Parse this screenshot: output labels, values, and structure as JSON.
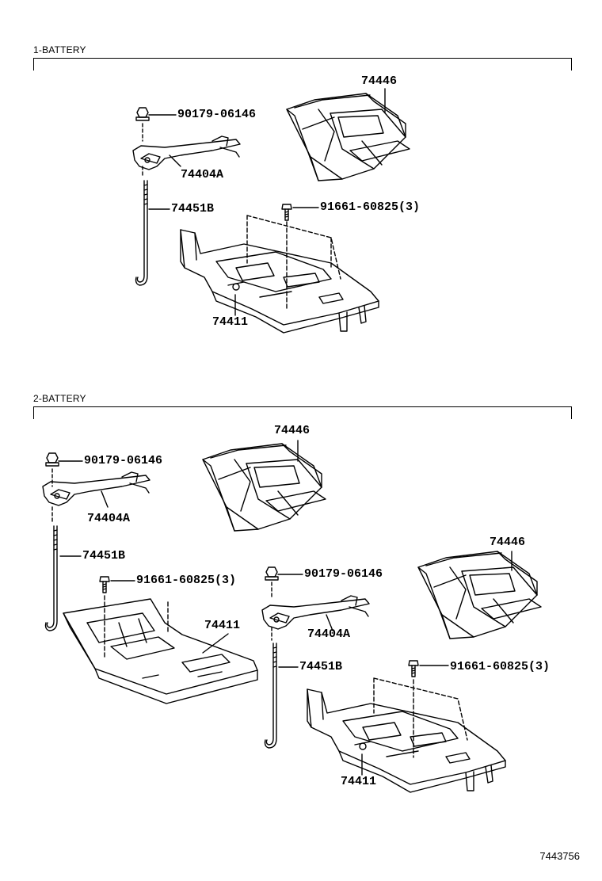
{
  "sections": [
    {
      "title": "1-BATTERY",
      "labels": {
        "nut": "90179-06146",
        "clamp": "74404A",
        "rod": "74451B",
        "cover": "74446",
        "bolt": "91661-60825(3)",
        "tray": "74411"
      }
    },
    {
      "title": "2-BATTERY",
      "labels": {
        "nut_a": "90179-06146",
        "clamp_a": "74404A",
        "rod_a": "74451B",
        "cover_a": "74446",
        "bolt_a": "91661-60825(3)",
        "tray_a": "74411",
        "nut_b": "90179-06146",
        "clamp_b": "74404A",
        "rod_b": "74451B",
        "cover_b": "74446",
        "bolt_b": "91661-60825(3)",
        "tray_b": "74411"
      }
    }
  ],
  "figure_number": "7443756"
}
